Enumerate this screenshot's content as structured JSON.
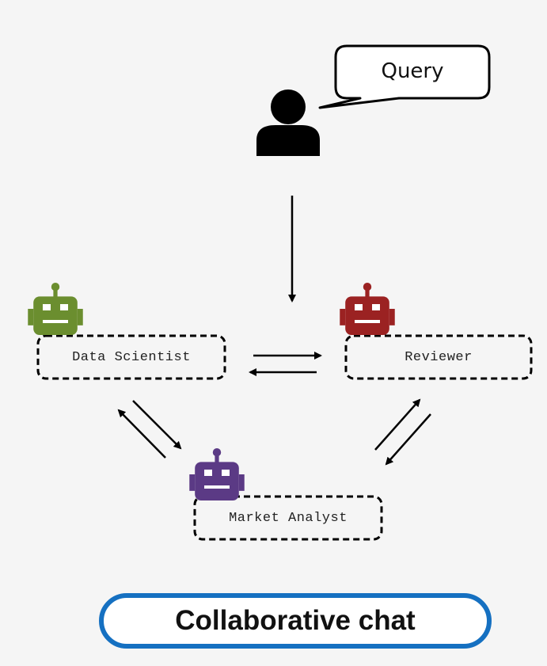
{
  "query": {
    "text": "Query"
  },
  "agents": {
    "data_scientist": {
      "label": "Data Scientist",
      "color": "#6b8e2f"
    },
    "reviewer": {
      "label": "Reviewer",
      "color": "#9b2222"
    },
    "market_analyst": {
      "label": "Market Analyst",
      "color": "#5b3a85"
    }
  },
  "footer": {
    "label": "Collaborative chat",
    "border_color": "#1570c1"
  },
  "icons": {
    "user": "person-icon",
    "robot": "robot-icon"
  }
}
